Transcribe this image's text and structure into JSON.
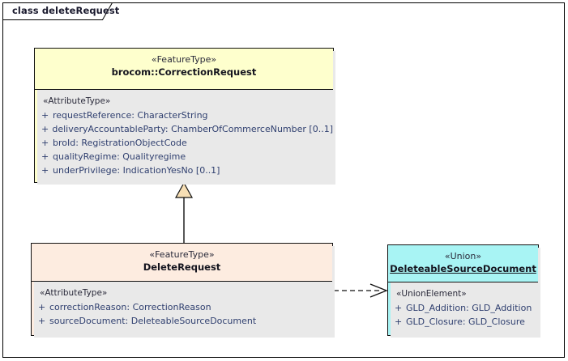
{
  "frame": {
    "label": "class deleteRequest"
  },
  "classes": [
    {
      "id": "correction-request",
      "stereotype": "«FeatureType»",
      "name": "brocom::CorrectionRequest",
      "underlined": false,
      "fill": "#feffcd",
      "compartment_stereotype": "«AttributeType»",
      "attributes": [
        {
          "visibility": "+",
          "text": "requestReference: CharacterString"
        },
        {
          "visibility": "+",
          "text": "deliveryAccountableParty: ChamberOfCommerceNumber [0..1]"
        },
        {
          "visibility": "+",
          "text": "broId: RegistrationObjectCode"
        },
        {
          "visibility": "+",
          "text": "qualityRegime: Qualityregime"
        },
        {
          "visibility": "+",
          "text": "underPrivilege: IndicationYesNo [0..1]"
        }
      ]
    },
    {
      "id": "delete-request",
      "stereotype": "«FeatureType»",
      "name": "DeleteRequest",
      "underlined": false,
      "fill": "#fdece0",
      "compartment_stereotype": "«AttributeType»",
      "attributes": [
        {
          "visibility": "+",
          "text": "correctionReason: CorrectionReason"
        },
        {
          "visibility": "+",
          "text": "sourceDocument: DeleteableSourceDocument"
        }
      ]
    },
    {
      "id": "deleteable-source-document",
      "stereotype": "«Union»",
      "name": "DeleteableSourceDocument",
      "underlined": true,
      "fill": "#a8f4f4",
      "compartment_stereotype": "«UnionElement»",
      "attributes": [
        {
          "visibility": "+",
          "text": "GLD_Addition: GLD_Addition"
        },
        {
          "visibility": "+",
          "text": "GLD_Closure: GLD_Closure"
        }
      ]
    }
  ],
  "connectors": [
    {
      "id": "generalization",
      "type": "generalization",
      "from": "DeleteRequest",
      "to": "brocom::CorrectionRequest",
      "style": "solid-line-hollow-triangle"
    },
    {
      "id": "dependency",
      "type": "dependency",
      "from": "DeleteRequest",
      "to": "DeleteableSourceDocument",
      "style": "dashed-line-open-arrow"
    }
  ],
  "colors": {
    "frame_border": "#000000",
    "box_border": "#111111",
    "featuretype_yellow": "#feffcd",
    "featuretype_peach": "#fdece0",
    "union_cyan": "#a8f4f4",
    "triangle_fill": "#f7dfb5",
    "attribute_text": "#2f3f6f",
    "shadow": "#e9e9e9"
  }
}
